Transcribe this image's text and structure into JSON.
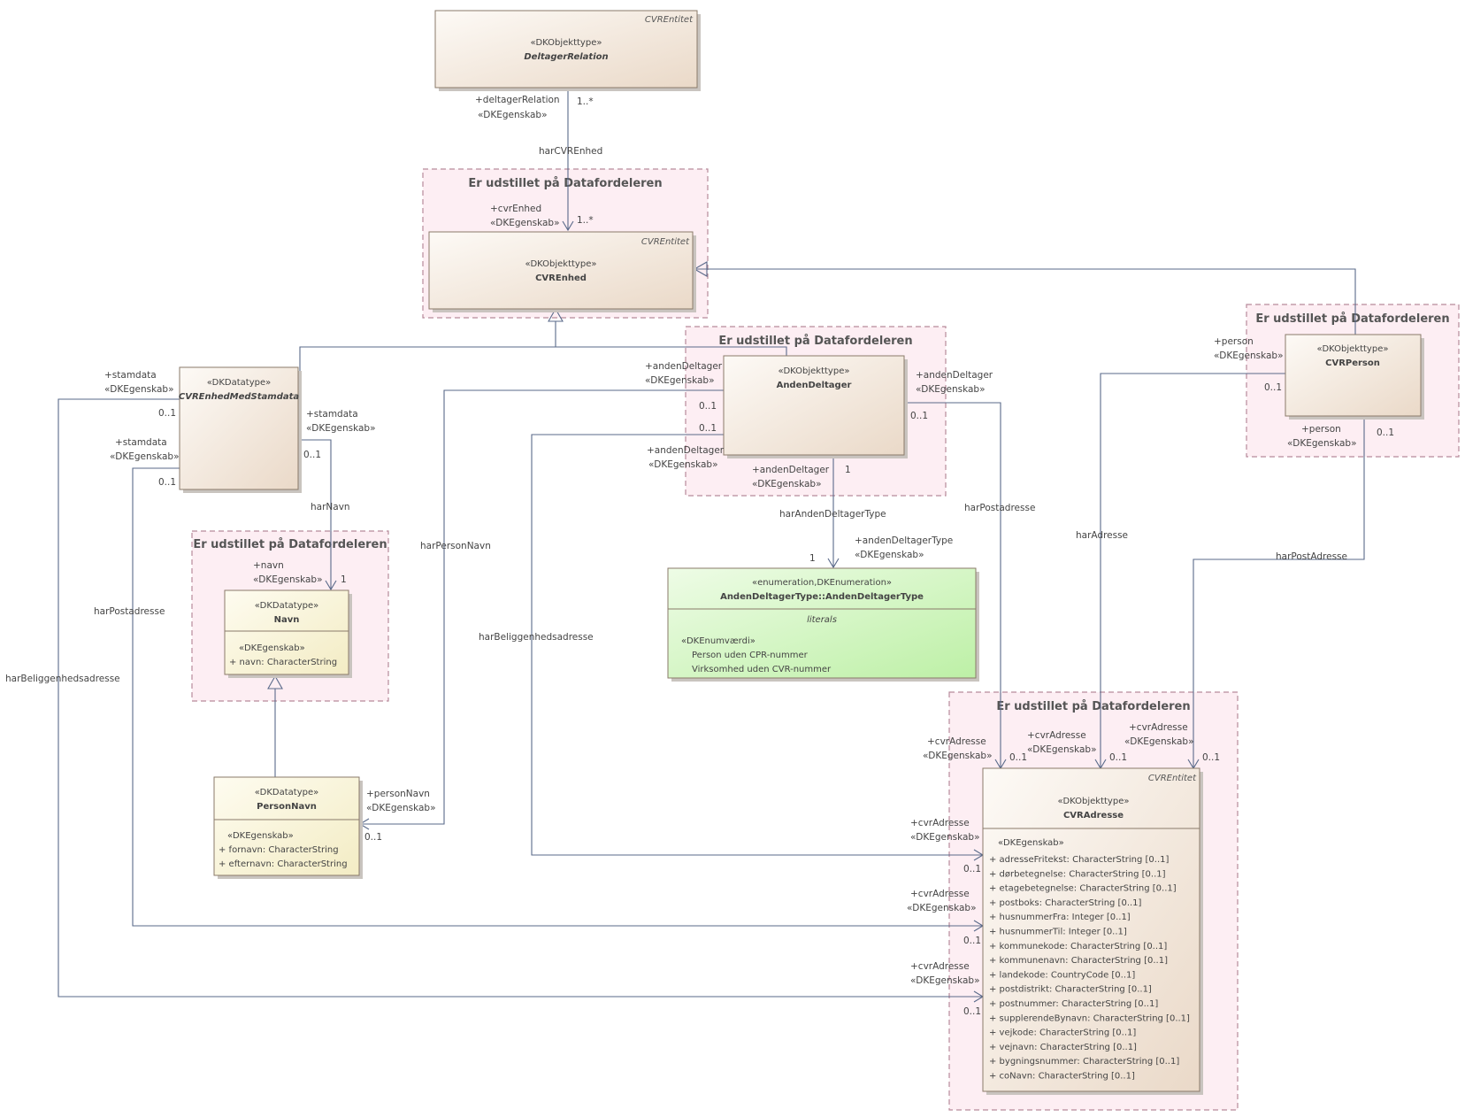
{
  "colors": {
    "package_fill": "#fdeef3",
    "package_border": "#b78a9a",
    "entity_fill": "#f8f1ea",
    "datatype_fill": "#fbf6dc",
    "enum_fill": "#d8f5c8",
    "edge": "#5a6a8a"
  },
  "packages": {
    "p_cvrenhed": "Er udstillet på Datafordeleren",
    "p_anden": "Er udstillet på Datafordeleren",
    "p_person": "Er udstillet på Datafordeleren",
    "p_navn": "Er udstillet på Datafordeleren",
    "p_adresse": "Er udstillet på Datafordeleren"
  },
  "classes": {
    "deltagerrelation": {
      "tag": "CVREntitet",
      "stereotype": "«DKObjekttype»",
      "name": "DeltagerRelation"
    },
    "cvrenhed": {
      "tag": "CVREntitet",
      "stereotype": "«DKObjekttype»",
      "name": "CVREnhed"
    },
    "stamdata": {
      "stereotype": "«DKDatatype»",
      "name": "CVREnhedMedStamdata"
    },
    "anden": {
      "stereotype": "«DKObjekttype»",
      "name": "AndenDeltager"
    },
    "cvrperson": {
      "stereotype": "«DKObjekttype»",
      "name": "CVRPerson"
    },
    "navn": {
      "stereotype": "«DKDatatype»",
      "name": "Navn",
      "attr_stereotype": "«DKEgenskab»",
      "attrs": [
        "+    navn: CharacterString"
      ]
    },
    "personnavn": {
      "stereotype": "«DKDatatype»",
      "name": "PersonNavn",
      "attr_stereotype": "«DKEgenskab»",
      "attrs": [
        "+    fornavn: CharacterString",
        "+    efternavn: CharacterString"
      ]
    },
    "enum": {
      "stereotype": "«enumeration,DKEnumeration»",
      "name": "AndenDeltagerType::AndenDeltagerType",
      "section": "literals",
      "lit_stereotype": "«DKEnumværdi»",
      "literals": [
        "Person uden CPR-nummer",
        "Virksomhed uden CVR-nummer"
      ]
    },
    "cvradresse": {
      "tag": "CVREntitet",
      "stereotype": "«DKObjekttype»",
      "name": "CVRAdresse",
      "attr_stereotype": "«DKEgenskab»",
      "attrs": [
        "+    adresseFritekst: CharacterString [0..1]",
        "+    dørbetegnelse: CharacterString [0..1]",
        "+    etagebetegnelse: CharacterString [0..1]",
        "+    postboks: CharacterString [0..1]",
        "+    husnummerFra: Integer [0..1]",
        "+    husnummerTil: Integer [0..1]",
        "+    kommunekode: CharacterString [0..1]",
        "+    kommunenavn: CharacterString [0..1]",
        "+    landekode: CountryCode [0..1]",
        "+    postdistrikt: CharacterString [0..1]",
        "+    postnummer: CharacterString [0..1]",
        "+    supplerendeBynavn: CharacterString [0..1]",
        "+    vejkode: CharacterString [0..1]",
        "+    vejnavn: CharacterString [0..1]",
        "+    bygningsnummer: CharacterString [0..1]",
        "+    coNavn: CharacterString [0..1]"
      ]
    }
  },
  "labels": {
    "dr_role1": "+deltagerRelation",
    "dr_role2": "«DKEgenskab»",
    "dr_mult": "1..*",
    "harCVREnhed": "harCVREnhed",
    "cvr_role1": "+cvrEnhed",
    "cvr_role2": "«DKEgenskab»",
    "cvr_mult": "1..*",
    "sd1_role1": "+stamdata",
    "sd1_role2": "«DKEgenskab»",
    "sd1_mult": "0..1",
    "sd2_role1": "+stamdata",
    "sd2_role2": "«DKEgenskab»",
    "sd2_mult": "0..1",
    "sd3_role1": "+stamdata",
    "sd3_role2": "«DKEgenskab»",
    "sd3_mult": "0..1",
    "harNavn": "harNavn",
    "navn_role1": "+navn",
    "navn_role2": "«DKEgenskab»",
    "navn_mult": "1",
    "ad1_role1": "+andenDeltager",
    "ad1_role2": "«DKEgenskab»",
    "ad1_mult": "0..1",
    "ad2_mult": "0..1",
    "ad3_role1": "+andenDeltager",
    "ad3_role2": "«DKEgenskab»",
    "ad4_role1": "+andenDeltager",
    "ad4_role2": "«DKEgenskab»",
    "ad4_mult": "1",
    "ad5_role1": "+andenDeltager",
    "ad5_role2": "«DKEgenskab»",
    "ad5_mult": "0..1",
    "harAndenDeltagerType": "harAndenDeltagerType",
    "adt_role1": "+andenDeltagerType",
    "adt_role2": "«DKEgenskab»",
    "adt_mult": "1",
    "harPersonNavn": "harPersonNavn",
    "pn_role1": "+personNavn",
    "pn_role2": "«DKEgenskab»",
    "pn_mult": "0..1",
    "harBeliggenhedsadresse_mid": "harBeliggenhedsadresse",
    "harPostadresse_left": "harPostadresse",
    "harBeliggenhedsadresse_left": "harBeliggenhedsadresse",
    "harPostadresse_mid": "harPostadresse",
    "harAdresse": "harAdresse",
    "harPostAdresse_right": "harPostAdresse",
    "p1_role1": "+person",
    "p1_role2": "«DKEgenskab»",
    "p1_mult": "0..1",
    "p2_role1": "+person",
    "p2_role2": "«DKEgenskab»",
    "p2_mult": "0..1",
    "ca1_role1": "+cvrAdresse",
    "ca1_role2": "«DKEgenskab»",
    "ca1_mult": "0..1",
    "ca2_role1": "+cvrAdresse",
    "ca2_role2": "«DKEgenskab»",
    "ca2_mult": "0..1",
    "ca3_role1": "+cvrAdresse",
    "ca3_role2": "«DKEgenskab»",
    "ca3_mult": "0..1",
    "ca4_role1": "+cvrAdresse",
    "ca4_role2": "«DKEgenskab»",
    "ca4_mult": "0..1",
    "ca5_role1": "+cvrAdresse",
    "ca5_role2": "«DKEgenskab»",
    "ca5_mult": "0..1",
    "ca6_role1": "+cvrAdresse",
    "ca6_role2": "«DKEgenskab»",
    "ca6_mult": "0..1"
  }
}
